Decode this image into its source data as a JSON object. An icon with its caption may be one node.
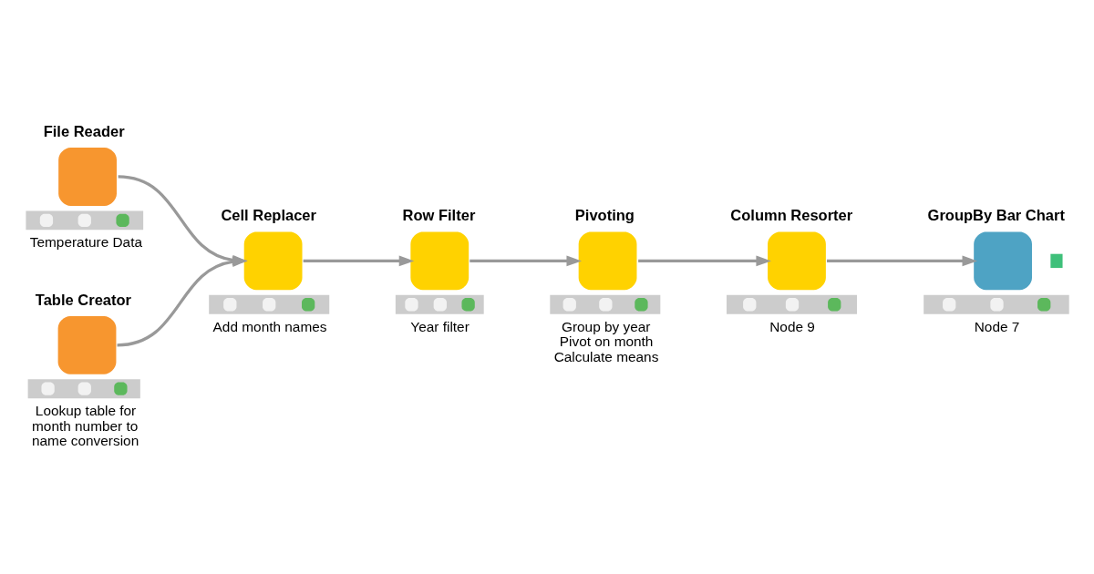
{
  "diagram": {
    "nodes": [
      {
        "text": [
          "File Reader"
        ],
        "beside": [
          "Temperature Data"
        ]
      },
      {
        "text": [
          "Table Creator"
        ],
        "beside": [
          "Lookup table for month number to name conversion"
        ]
      },
      {
        "text": [
          "Cell Replacer"
        ],
        "beside": [
          "Add month names"
        ]
      },
      {
        "text": [
          "Row Filter"
        ],
        "beside": [
          "Year filter"
        ]
      },
      {
        "text": [
          "Pivoting"
        ],
        "beside": [
          "Group by year Pivot on month Calculate means"
        ]
      },
      {
        "text": [
          "Column Resorter"
        ],
        "beside": [
          "Node 9"
        ]
      },
      {
        "text": [
          "GroupBy Bar Chart"
        ],
        "beside": [
          "Node 7"
        ]
      }
    ],
    "edges": [
      {
        "from": 0,
        "to": 2,
        "arrow": "to"
      },
      {
        "from": 1,
        "to": 2,
        "arrow": "to"
      },
      {
        "from": 2,
        "to": 3,
        "arrow": "to"
      },
      {
        "from": 3,
        "to": 4,
        "arrow": "to"
      },
      {
        "from": 4,
        "to": 5,
        "arrow": "to"
      },
      {
        "from": 5,
        "to": 6,
        "arrow": "to"
      }
    ]
  }
}
